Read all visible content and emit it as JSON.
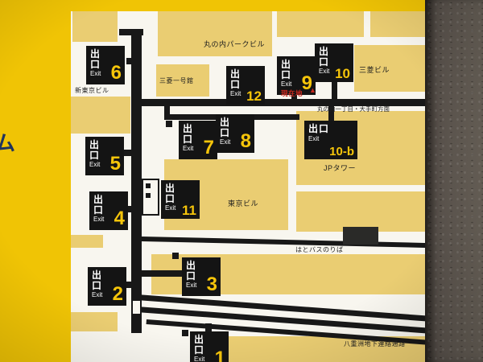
{
  "frame": {
    "partial_text": "ム"
  },
  "exit_sign_labels": {
    "jp": "出口",
    "en": "Exit"
  },
  "exits": [
    {
      "number": "6"
    },
    {
      "number": "12"
    },
    {
      "number": "9"
    },
    {
      "number": "10"
    },
    {
      "number": "7"
    },
    {
      "number": "8"
    },
    {
      "number": "10-b"
    },
    {
      "number": "5"
    },
    {
      "number": "11"
    },
    {
      "number": "4"
    },
    {
      "number": "3"
    },
    {
      "number": "2"
    },
    {
      "number": "1"
    }
  ],
  "labels": {
    "marunouchi_park": "丸の内パークビル",
    "mitsubishi_bldg": "三菱ビル",
    "mitsubishi_ichigokan": "三菱一号館",
    "shin_tokyo_bldg": "新東京ビル",
    "jp_tower": "JPタワー",
    "tokyo_bldg": "東京ビル",
    "hato_bus": "はとバスのりば",
    "yaesu_passage": "八重洲地下連絡通路",
    "direction": "丸の内一丁目・大手町方面",
    "current_location": "現在地",
    "current_location_marker": "▲"
  },
  "colors": {
    "frame_yellow": "#f0c405",
    "building_yellow": "#eacd72",
    "map_white": "#f8f6ef",
    "sign_black": "#141414",
    "sign_number_yellow": "#f6c50a",
    "current_location_red": "#c8281e",
    "wall_brown": "#57504a"
  }
}
